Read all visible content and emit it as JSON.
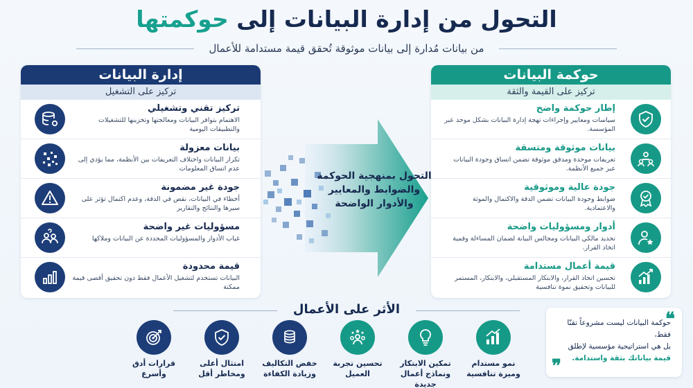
{
  "header": {
    "title_main": "التحول من إدارة البيانات إلى",
    "title_accent": "حوكمتها",
    "subtitle": "من بيانات مُدارة إلى بيانات موثوقة تُحقق قيمة مستدامة للأعمال"
  },
  "left": {
    "title": "إدارة البيانات",
    "subtitle": "تركيز على التشغيل",
    "items": [
      {
        "title": "تركيز تقني وتشغيلي",
        "desc": "الاهتمام بتوافر البيانات ومعالجتها وتخزينها للتشغيلات والتطبيقات اليومية",
        "icon": "database-gear-icon"
      },
      {
        "title": "بيانات معزولة",
        "desc": "تكرار البيانات واختلاف التعريفات بين الأنظمة، مما يؤدي إلى عدم اتساق المعلومات",
        "icon": "scattered-data-icon"
      },
      {
        "title": "جودة غير مضمونة",
        "desc": "أخطاء في البيانات، نقص في الدقة، وعدم اكتمال تؤثر على سيرها والنتائج والتقارير",
        "icon": "warning-icon"
      },
      {
        "title": "مسؤوليات غير واضحة",
        "desc": "غياب الأدوار والمسؤوليات المحددة عن البيانات وملاكها",
        "icon": "people-question-icon"
      },
      {
        "title": "قيمة محدودة",
        "desc": "البيانات تستخدم لتشغيل الأعمال فقط دون تحقيق أقصى قيمة ممكنة",
        "icon": "bar-chart-icon"
      }
    ]
  },
  "right": {
    "title": "حوكمة البيانات",
    "subtitle": "تركيز على القيمة والثقة",
    "items": [
      {
        "title": "إطار حوكمة واضح",
        "desc": "سياسات ومعايير وإجراءات تهجة إدارة البيانات بشكل موحد عبر المؤسسة.",
        "icon": "shield-check-icon"
      },
      {
        "title": "بيانات موثوقة ومتسقة",
        "desc": "تعريفات موحدة ومدقق موثوقة تضمن اتساق وجودة البيانات عبر جميع الأنظمة.",
        "icon": "team-icon"
      },
      {
        "title": "جودة عالية وموثوقية",
        "desc": "ضوابط وجودة البيانات تضمن الدقة والاكتمال والموثة والاعتمادية.",
        "icon": "award-badge-icon"
      },
      {
        "title": "أدوار ومسؤوليات واضحة",
        "desc": "تحديد مالكي البيانات ومجالس البيانة لضمان المساءلة وقمية اتخاذ القرار.",
        "icon": "user-star-icon"
      },
      {
        "title": "قيمة أعمال مستدامة",
        "desc": "تحسين اتخاذ القرار، والابتكار المستقبلي، والابتكار، المستمر للبيانات وتحقيق نموة تنافسية",
        "icon": "growth-chart-icon"
      }
    ]
  },
  "center": {
    "text": "التحول بمنهجية الحوكمة والضوابط والمعايير والأدوار الواضحة"
  },
  "impact": {
    "title": "الأثر على الأعمال",
    "items": [
      {
        "label": "نمو مستدام وميزة تنافسية",
        "icon": "growth-bars-icon",
        "color": "#169a88"
      },
      {
        "label": "تمكين الابتكار ونماذج أعمال جديدة",
        "icon": "lightbulb-icon",
        "color": "#169a88"
      },
      {
        "label": "تحسين تجربة العميل",
        "icon": "customer-stars-icon",
        "color": "#169a88"
      },
      {
        "label": "خفض التكاليف وزيادة الكفاءة",
        "icon": "coins-icon",
        "color": "#1d3d78"
      },
      {
        "label": "امتثال أعلى ومخاطر أقل",
        "icon": "shield-icon",
        "color": "#1d3d78"
      },
      {
        "label": "قرارات أدق وأسرع",
        "icon": "target-icon",
        "color": "#1d3d78"
      }
    ]
  },
  "quote": {
    "line1": "حوكمة البيانات ليست مشروعاً تقنّا فقط،",
    "line2": "بل هي استراتيجية مؤسسية لإطلق",
    "line3": "قيمة بياناتك بثقة واستدامة."
  },
  "colors": {
    "navy": "#1b3a73",
    "teal": "#179987",
    "text": "#16294f"
  }
}
